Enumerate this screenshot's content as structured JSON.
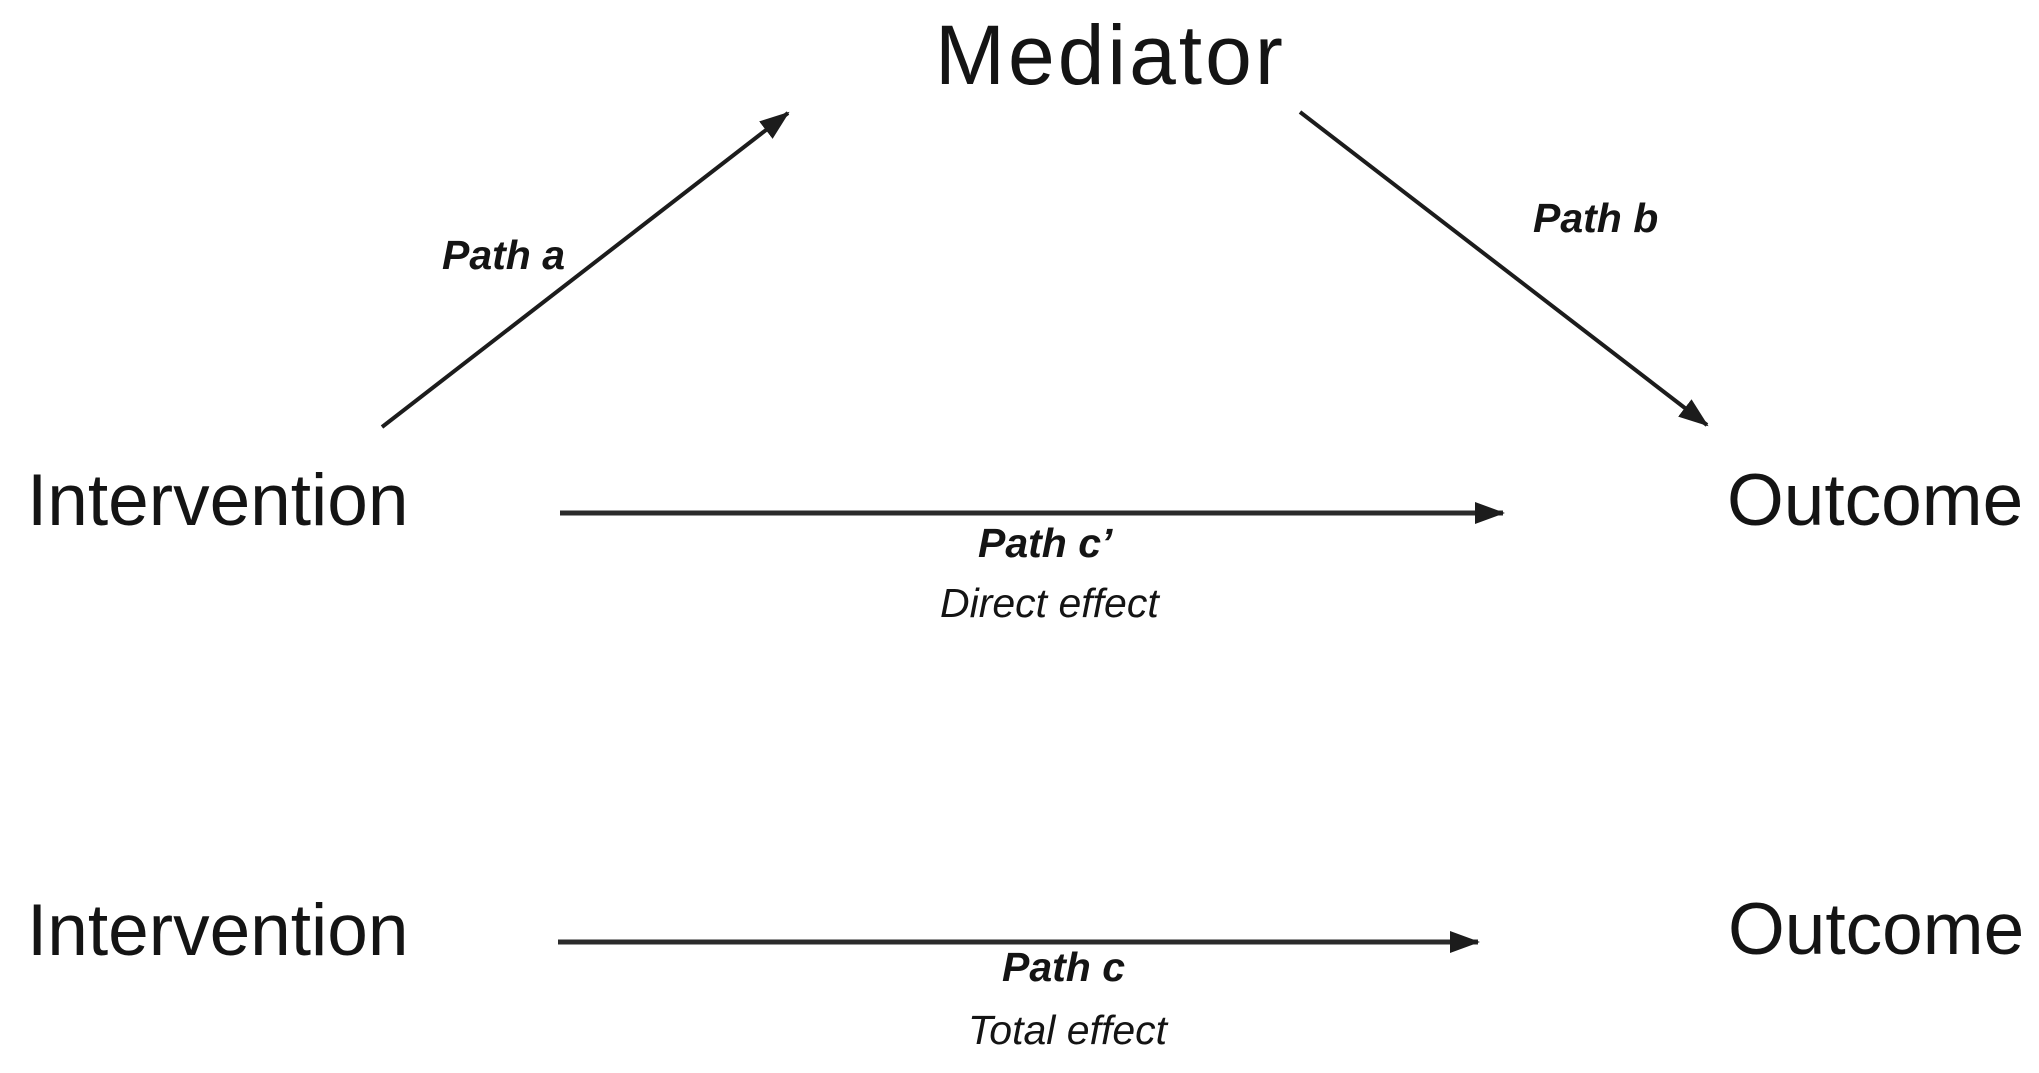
{
  "colors": {
    "background": "#ffffff",
    "ink": "#1c1c1c"
  },
  "top_model": {
    "intervention": "Intervention",
    "mediator": "Mediator",
    "outcome": "Outcome",
    "path_a": "Path a",
    "path_b": "Path b",
    "path_c_prime": "Path c’",
    "direct_effect": "Direct effect",
    "edges": [
      {
        "from": "Intervention",
        "to": "Mediator",
        "label": "Path a"
      },
      {
        "from": "Mediator",
        "to": "Outcome",
        "label": "Path b"
      },
      {
        "from": "Intervention",
        "to": "Outcome",
        "label": "Path c’",
        "sublabel": "Direct effect"
      }
    ]
  },
  "bottom_model": {
    "intervention": "Intervention",
    "outcome": "Outcome",
    "path_c": "Path c",
    "total_effect": "Total effect",
    "edges": [
      {
        "from": "Intervention",
        "to": "Outcome",
        "label": "Path c",
        "sublabel": "Total effect"
      }
    ]
  }
}
